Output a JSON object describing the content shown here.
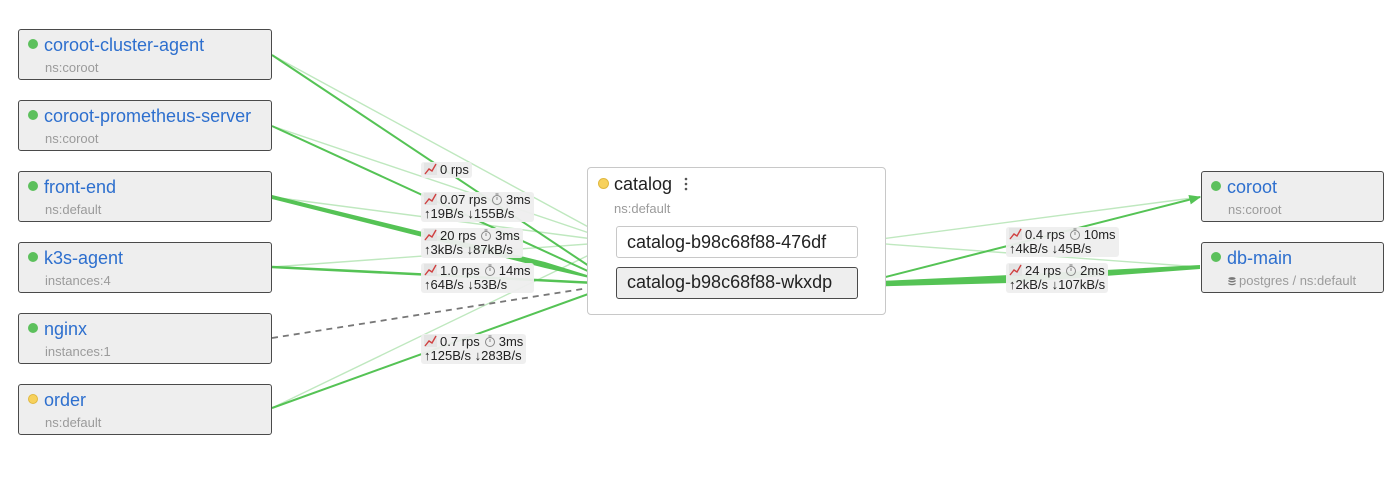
{
  "colors": {
    "link": "#2d6fce",
    "ok": "#5cc05c",
    "warning": "#f7d15c",
    "edge_strong": "#55c355",
    "edge_light": "#bfe8bf",
    "edge_dashed": "#777777"
  },
  "upstream": [
    {
      "name": "coroot-cluster-agent",
      "sub": "ns:coroot",
      "status": "ok"
    },
    {
      "name": "coroot-prometheus-server",
      "sub": "ns:coroot",
      "status": "ok"
    },
    {
      "name": "front-end",
      "sub": "ns:default",
      "status": "ok"
    },
    {
      "name": "k3s-agent",
      "sub": "instances:4",
      "status": "ok"
    },
    {
      "name": "nginx",
      "sub": "instances:1",
      "status": "ok"
    },
    {
      "name": "order",
      "sub": "ns:default",
      "status": "warning"
    }
  ],
  "center": {
    "name": "catalog",
    "ns": "ns:default",
    "status": "warning",
    "menu_icon": "kebab-menu-icon",
    "instances": [
      {
        "name": "catalog-b98c68f88-476df",
        "selected": false
      },
      {
        "name": "catalog-b98c68f88-wkxdp",
        "selected": true
      }
    ]
  },
  "downstream": [
    {
      "name": "coroot",
      "sub": "ns:coroot",
      "status": "ok"
    },
    {
      "name": "db-main",
      "sub": "postgres / ns:default",
      "sub_icon": "database-icon",
      "status": "ok"
    }
  ],
  "edge_labels": [
    {
      "rps": "0 rps",
      "latency": null,
      "tx": null,
      "rx": null
    },
    {
      "rps": "0.07 rps",
      "latency": "3ms",
      "tx": "↑19B/s",
      "rx": "↓155B/s"
    },
    {
      "rps": "20 rps",
      "latency": "3ms",
      "tx": "↑3kB/s",
      "rx": "↓87kB/s"
    },
    {
      "rps": "1.0 rps",
      "latency": "14ms",
      "tx": "↑64B/s",
      "rx": "↓53B/s"
    },
    {
      "rps": "0.7 rps",
      "latency": "3ms",
      "tx": "↑125B/s",
      "rx": "↓283B/s"
    },
    {
      "rps": "0.4 rps",
      "latency": "10ms",
      "tx": "↑4kB/s",
      "rx": "↓45B/s"
    },
    {
      "rps": "24 rps",
      "latency": "2ms",
      "tx": "↑2kB/s",
      "rx": "↓107kB/s"
    }
  ]
}
